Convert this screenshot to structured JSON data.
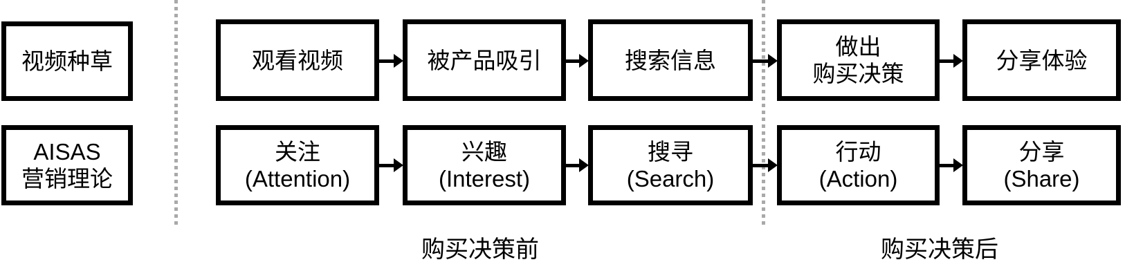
{
  "page": {
    "background": "#ffffff",
    "colors": {
      "box_border": "#000000",
      "text": "#000000",
      "arrow": "#000000",
      "separator_dots": "#a9a9a9"
    }
  },
  "legend": {
    "scenario": "视频种草",
    "theory_line1": "AISAS",
    "theory_line2": "营销理论"
  },
  "stages": [
    {
      "behavior": "观看视频",
      "aisas_cn": "关注",
      "aisas_en": "(Attention)"
    },
    {
      "behavior": "被产品吸引",
      "aisas_cn": "兴趣",
      "aisas_en": "(Interest)"
    },
    {
      "behavior": "搜索信息",
      "aisas_cn": "搜寻",
      "aisas_en": "(Search)"
    },
    {
      "behavior_line1": "做出",
      "behavior_line2": "购买决策",
      "aisas_cn": "行动",
      "aisas_en": "(Action)"
    },
    {
      "behavior": "分享体验",
      "aisas_cn": "分享",
      "aisas_en": "(Share)"
    }
  ],
  "phase_labels": {
    "pre_purchase": "购买决策前",
    "post_purchase": "购买决策后"
  }
}
